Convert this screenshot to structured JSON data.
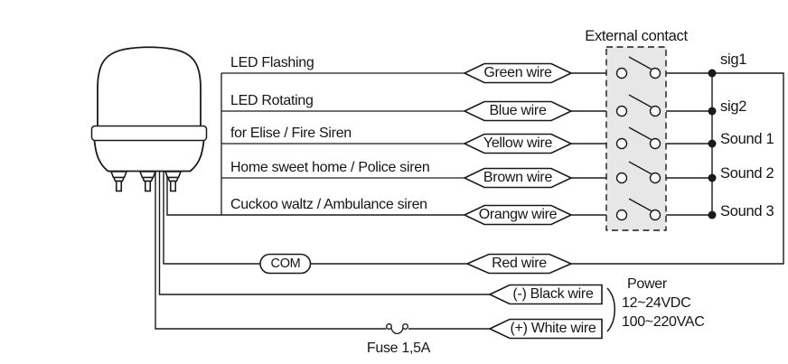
{
  "diagram_title": "External contact",
  "device": "signal-beacon",
  "functions": [
    {
      "label": "LED Flashing",
      "wire": "Green wire",
      "signal": "sig1"
    },
    {
      "label": "LED Rotating",
      "wire": "Blue wire",
      "signal": "sig2"
    },
    {
      "label": "for Elise / Fire Siren",
      "wire": "Yellow wire",
      "signal": "Sound 1"
    },
    {
      "label": "Home sweet home / Police siren",
      "wire": "Brown wire",
      "signal": "Sound 2"
    },
    {
      "label": "Cuckoo waltz / Ambulance siren",
      "wire": "Orangw wire",
      "signal": "Sound 3"
    }
  ],
  "common": {
    "terminal": "COM",
    "wire": "Red wire"
  },
  "power": {
    "negative_wire": "(-) Black wire",
    "positive_wire": "(+) White wire",
    "title": "Power",
    "dc_rating": "12~24VDC",
    "ac_rating": "100~220VAC"
  },
  "fuse_label": "Fuse 1,5A",
  "colors": {
    "line": "#1a1a1a",
    "contact_box_fill": "#e7e7e7",
    "background": "#ffffff"
  }
}
